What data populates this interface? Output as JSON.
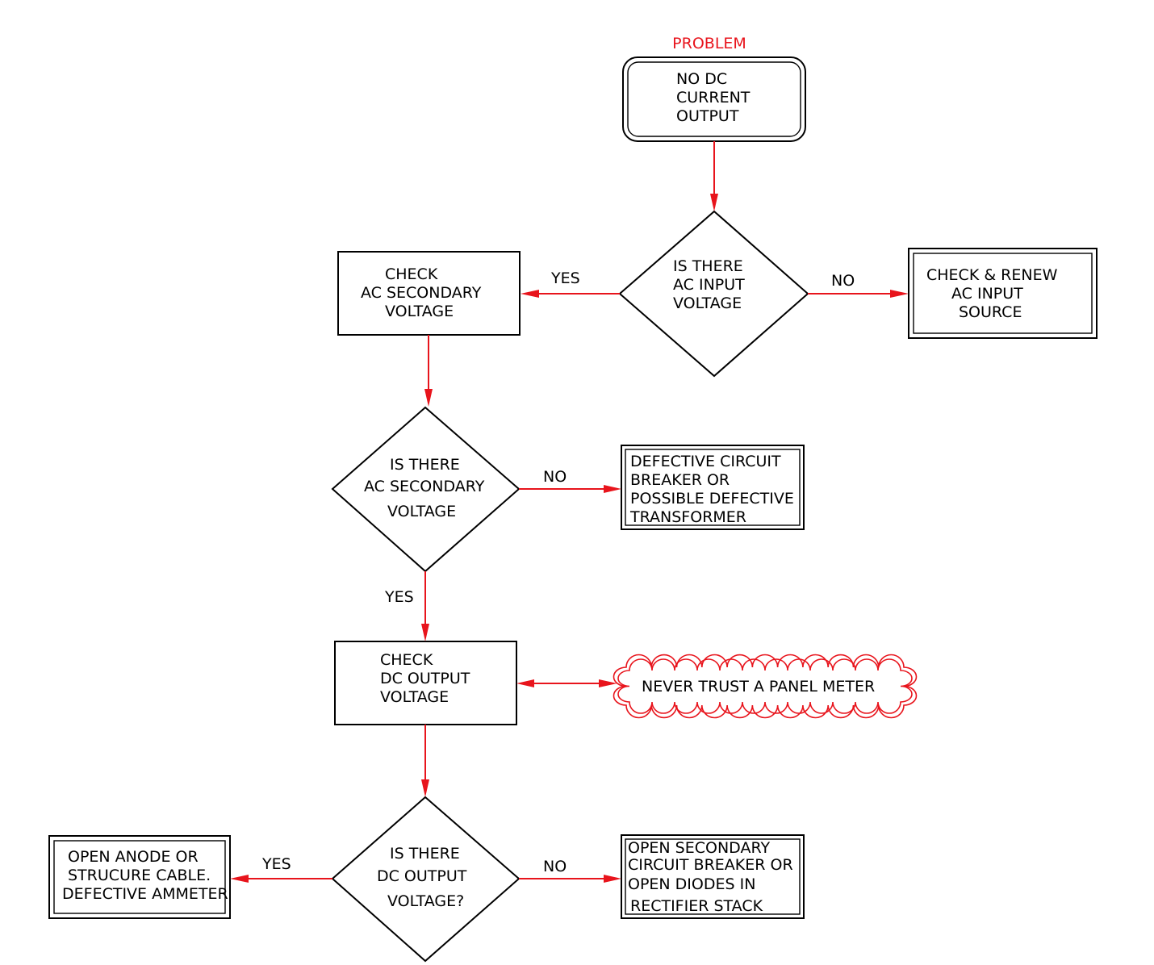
{
  "problem_label": "PROBLEM",
  "nodes": {
    "start": [
      "NO  DC",
      "CURRENT",
      "OUTPUT"
    ],
    "q_ac_input": [
      "IS  THERE",
      "AC  INPUT",
      "VOLTAGE"
    ],
    "renew_ac": [
      "CHECK  &  RENEW",
      "AC  INPUT",
      "SOURCE"
    ],
    "check_ac_secondary": [
      "CHECK",
      "AC  SECONDARY",
      "VOLTAGE"
    ],
    "q_ac_secondary": [
      "IS  THERE",
      "AC  SECONDARY",
      "VOLTAGE"
    ],
    "defective_breaker": [
      "DEFECTIVE  CIRCUIT",
      "BREAKER  OR",
      "POSSIBLE  DEFECTIVE",
      "TRANSFORMER"
    ],
    "check_dc_output": [
      "CHECK",
      "DC  OUTPUT",
      "VOLTAGE"
    ],
    "never_trust": "NEVER  TRUST  A  PANEL  METER",
    "q_dc_output": [
      "IS  THERE",
      "DC  OUTPUT",
      "VOLTAGE?"
    ],
    "open_anode": [
      "OPEN  ANODE  OR",
      "STRUCURE  CABLE.",
      "DEFECTIVE  AMMETER"
    ],
    "open_secondary": [
      "OPEN  SECONDARY",
      "CIRCUIT  BREAKER  OR",
      "OPEN  DIODES  IN",
      "RECTIFIER  STACK"
    ]
  },
  "edge_labels": {
    "ac_input_yes": "YES",
    "ac_input_no": "NO",
    "ac_secondary_no": "NO",
    "ac_secondary_yes": "YES",
    "dc_output_yes": "YES",
    "dc_output_no": "NO"
  },
  "colors": {
    "flow": "#e8141c",
    "outline": "#000000",
    "problem_label": "#e8141c"
  }
}
